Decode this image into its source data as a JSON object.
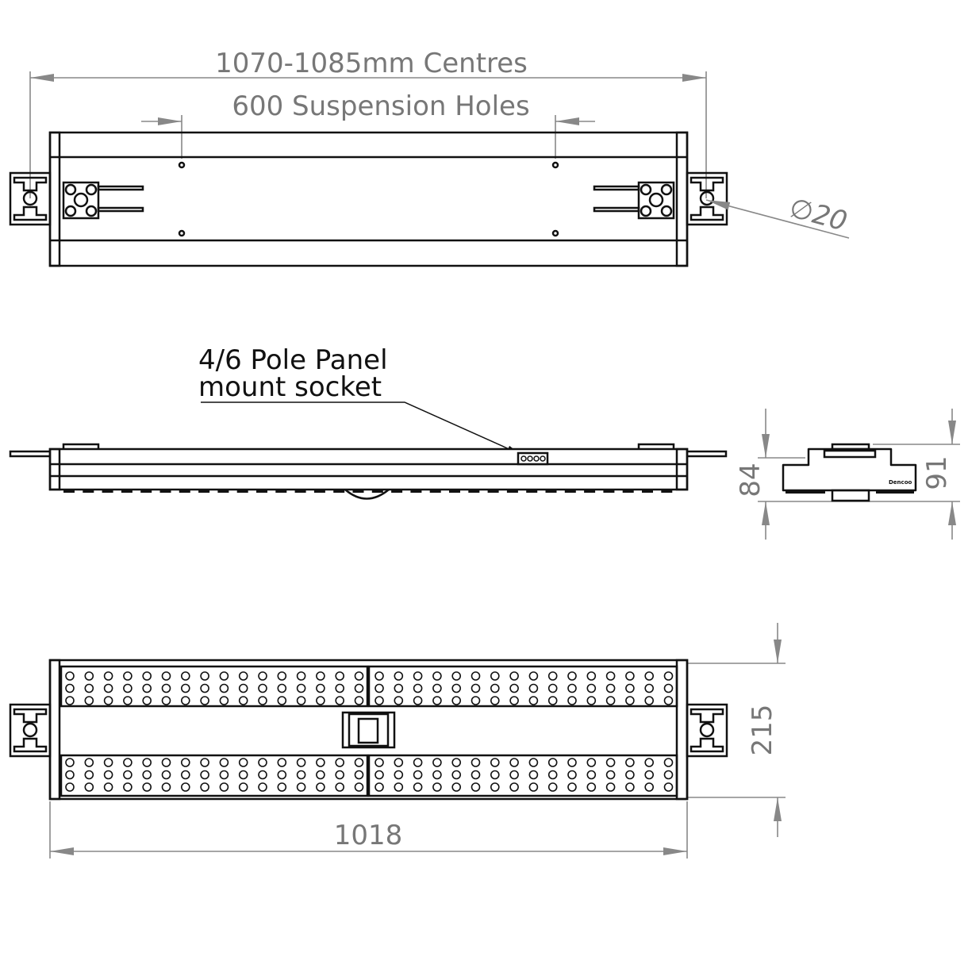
{
  "top_view": {
    "centres_dimension": "1070-1085mm Centres",
    "suspension_dimension": "600 Suspension Holes",
    "diameter_dimension": "20",
    "diameter_symbol": "∅"
  },
  "side_view": {
    "socket_label_line1": "4/6 Pole Panel",
    "socket_label_line2": "mount socket"
  },
  "end_view": {
    "height_body": "84",
    "height_total": "91",
    "logo_text": "Dencoo"
  },
  "bottom_view": {
    "length_dimension": "1018",
    "width_dimension": "215",
    "led_rows_per_panel": 3,
    "led_columns_per_panel": 16
  },
  "colors": {
    "line": "#111111",
    "dimension": "#888888"
  }
}
